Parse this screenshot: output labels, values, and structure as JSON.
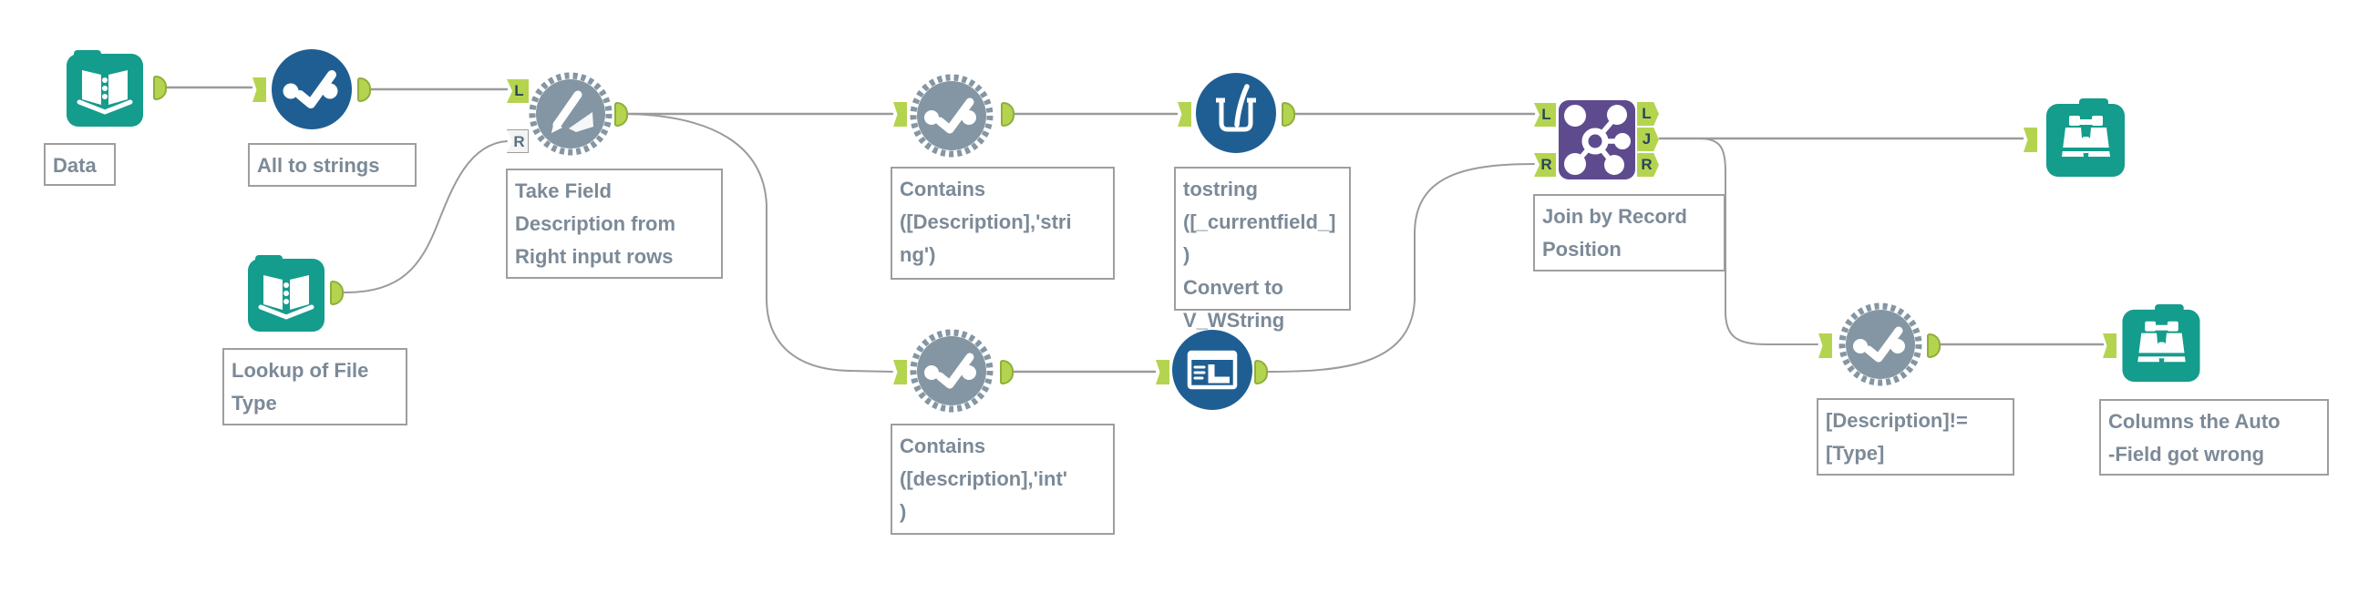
{
  "app": "workflow-canvas",
  "colors": {
    "teal": "#149c8c",
    "blue": "#1f5e92",
    "gray_macro": "#8496a3",
    "purple_join": "#5e4b8e",
    "anchor_lime": "#b4d44f",
    "wire": "#9b9b9b",
    "annotation_text": "#7c8a97"
  },
  "anchors": {
    "L": "L",
    "R": "R",
    "J": "J"
  },
  "tools": {
    "input_data": {
      "type": "Input Data",
      "icon": "book-input-icon",
      "annotation": "Data"
    },
    "select_all": {
      "type": "Select",
      "icon": "select-check-icon",
      "annotation": "All to strings"
    },
    "lookup_input": {
      "type": "Input Data",
      "icon": "book-input-icon",
      "annotation": "Lookup of File\nType"
    },
    "macro_take_desc": {
      "type": "Macro",
      "icon": "gear-pencil-icon",
      "annotation": "Take Field\nDescription from\nRight input rows"
    },
    "filter_string": {
      "type": "Filter Macro",
      "icon": "gear-check-icon",
      "annotation": "Contains\n([Description],'stri\nng')"
    },
    "multi_field_formula": {
      "type": "Multi-Field Formula",
      "icon": "beaker-icon",
      "annotation": "tostring\n([_currentfield_])\nConvert to\nV_WString"
    },
    "filter_int": {
      "type": "Filter Macro",
      "icon": "gear-check-icon",
      "annotation": "Contains\n([description],'int'\n)"
    },
    "select_records": {
      "type": "Select Records",
      "icon": "window-records-icon",
      "annotation": ""
    },
    "join": {
      "type": "Join",
      "icon": "join-network-icon",
      "annotation": "Join by Record\nPosition"
    },
    "browse_top": {
      "type": "Browse",
      "icon": "binoculars-icon",
      "annotation": ""
    },
    "filter_neq": {
      "type": "Filter Macro",
      "icon": "gear-check-icon",
      "annotation": "[Description]!=\n[Type]"
    },
    "browse_bottom": {
      "type": "Browse",
      "icon": "binoculars-icon",
      "annotation": "Columns the Auto\n-Field got wrong"
    }
  }
}
